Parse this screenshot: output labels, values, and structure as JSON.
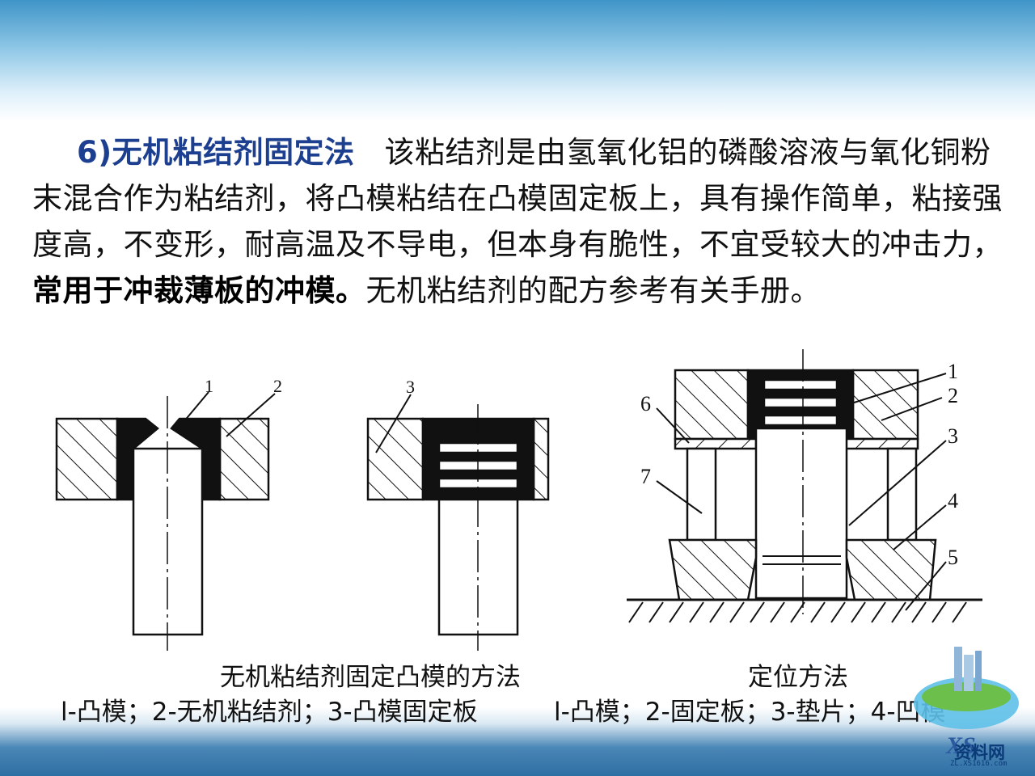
{
  "paragraph": {
    "heading": "6)无机粘结剂固定法",
    "text_before_emphasis": "该粘结剂是由氢氧化铝的磷酸溶液与氧化铜粉末混合作为粘结剂，将凸模粘结在凸模固定板上，具有操作简单，粘接强度高，不变形，耐高温及不导电，但本身有脆性，不宜受较大的冲击力，",
    "emphasis": "常用于冲裁薄板的冲模。",
    "text_after_emphasis": "无机粘结剂的配方参考有关手册。"
  },
  "figure_left": {
    "labels": [
      "1",
      "2"
    ]
  },
  "figure_middle": {
    "labels": [
      "3"
    ]
  },
  "figure_right": {
    "labels": [
      "1",
      "2",
      "3",
      "4",
      "5",
      "6",
      "7"
    ]
  },
  "captions": {
    "left_title": "无机粘结剂固定凸模的方法",
    "left_legend": "l-凸模；2-无机粘结剂；3-凸模固定板",
    "right_title": "定位方法",
    "right_legend": "l-凸模；2-固定板；3-垫片；4-凹模"
  },
  "watermark": {
    "brand": "资料网",
    "url": "ZL.XS1616.com",
    "mark": "XS"
  },
  "colors": {
    "heading": "#1d3f8f",
    "header_band": "#3f95c8",
    "footer_band": "#2e6fa3"
  }
}
